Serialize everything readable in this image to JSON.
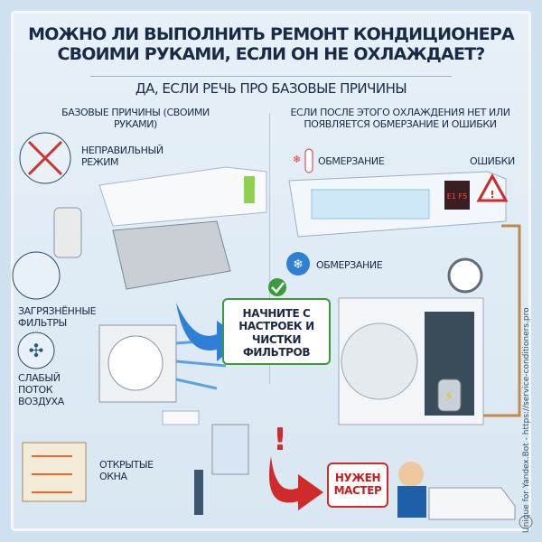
{
  "title": "МОЖНО ЛИ ВЫПОЛНИТЬ РЕМОНТ КОНДИЦИОНЕРА СВОИМИ РУКАМИ, ЕСЛИ ОН НЕ ОХЛАЖДАЕТ?",
  "subtitle": "ДА, ЕСЛИ РЕЧЬ ПРО БАЗОВЫЕ ПРИЧИНЫ",
  "left": {
    "heading": "БАЗОВЫЕ ПРИЧИНЫ (СВОИМИ РУКАМИ)",
    "items": [
      "НЕПРАВИЛЬНЫЙ РЕЖИМ",
      "ЗАГРЯЗНЁННЫЕ ФИЛЬТРЫ",
      "СЛАБЫЙ ПОТОК ВОЗДУХА",
      "ОТКРЫТЫЕ ОКНА"
    ]
  },
  "center_box": "НАЧНИТЕ С НАСТРОЕК И ЧИСТКИ ФИЛЬТРОВ",
  "right": {
    "heading": "ЕСЛИ ПОСЛЕ ЭТОГО ОХЛАЖДЕНИЯ НЕТ ИЛИ ПОЯВЛЯЕТСЯ ОБМЕРЗАНИЕ И ОШИБКИ",
    "freezing_1": "ОБМЕРЗАНИЕ",
    "errors": "ОШИБКИ",
    "freezing_2": "ОБМЕРЗАНИЕ",
    "error_code": "E1 F5"
  },
  "master_box": "НУЖЕН МАСТЕР",
  "watermark": "Unique for Yandex.Bot - https://service-conditioners.pro",
  "colors": {
    "title": "#1b2a44",
    "accent_green": "#3b9a3b",
    "accent_red": "#d02a2a",
    "arrow_blue": "#2f7fd6"
  }
}
